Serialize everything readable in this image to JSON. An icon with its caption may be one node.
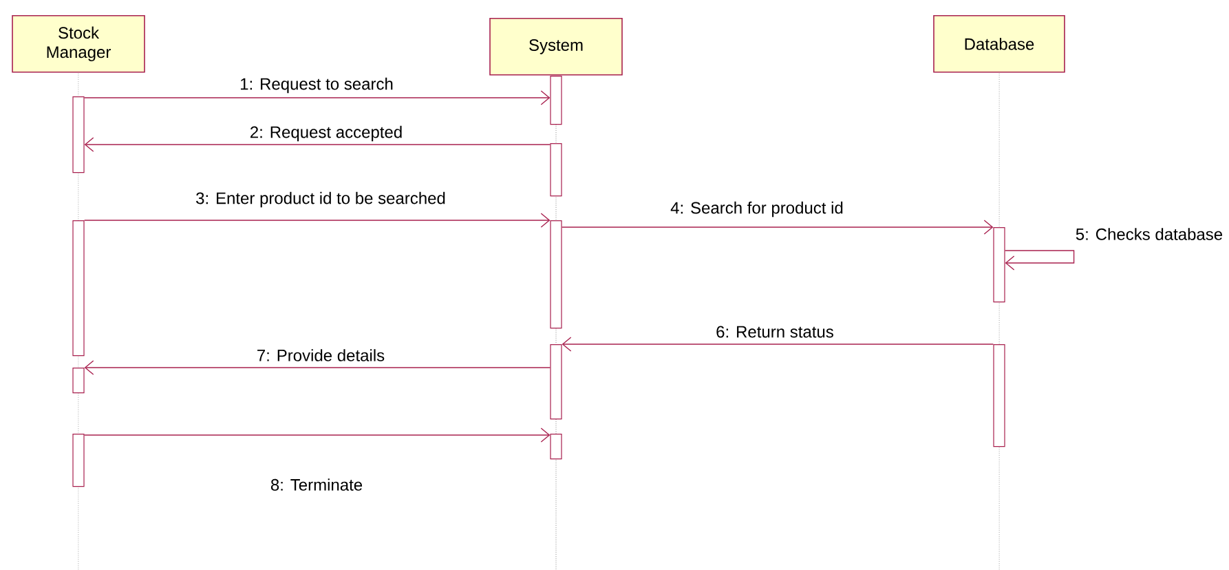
{
  "diagram": {
    "nodes": [
      {
        "text": [
          "Stock Manager"
        ]
      },
      {
        "text": [
          "System"
        ]
      },
      {
        "text": [
          "Database"
        ]
      },
      {
        "text": [],
        "shape": "bar"
      },
      {
        "text": [],
        "shape": "bar"
      },
      {
        "text": [],
        "shape": "bar"
      },
      {
        "text": [],
        "shape": "bar"
      },
      {
        "text": [],
        "shape": "bar"
      },
      {
        "text": [],
        "shape": "bar"
      },
      {
        "text": [],
        "shape": "bar"
      },
      {
        "text": [],
        "shape": "bar"
      },
      {
        "text": [],
        "shape": "bar"
      },
      {
        "text": [],
        "shape": "bar"
      },
      {
        "text": [],
        "shape": "bar"
      }
    ],
    "edges": [
      {
        "from": 3,
        "to": 7,
        "arrow": "to",
        "label": "1: Request to search"
      },
      {
        "from": 8,
        "to": 3,
        "arrow": "to",
        "label": "2: Request accepted"
      },
      {
        "from": 4,
        "to": 9,
        "arrow": "to",
        "label": "3: Enter product id to be searched"
      },
      {
        "from": 9,
        "to": 12,
        "arrow": "to",
        "label": "4: Search for product id"
      },
      {
        "from": 12,
        "to": 12,
        "arrow": "to",
        "label": "5: Checks database"
      },
      {
        "from": 13,
        "to": 10,
        "arrow": "to",
        "label": "6: Return status"
      },
      {
        "from": 10,
        "to": 5,
        "arrow": "to",
        "label": "7: Provide details"
      },
      {
        "from": 6,
        "to": 11,
        "arrow": "to",
        "label": "8: Terminate"
      }
    ]
  }
}
